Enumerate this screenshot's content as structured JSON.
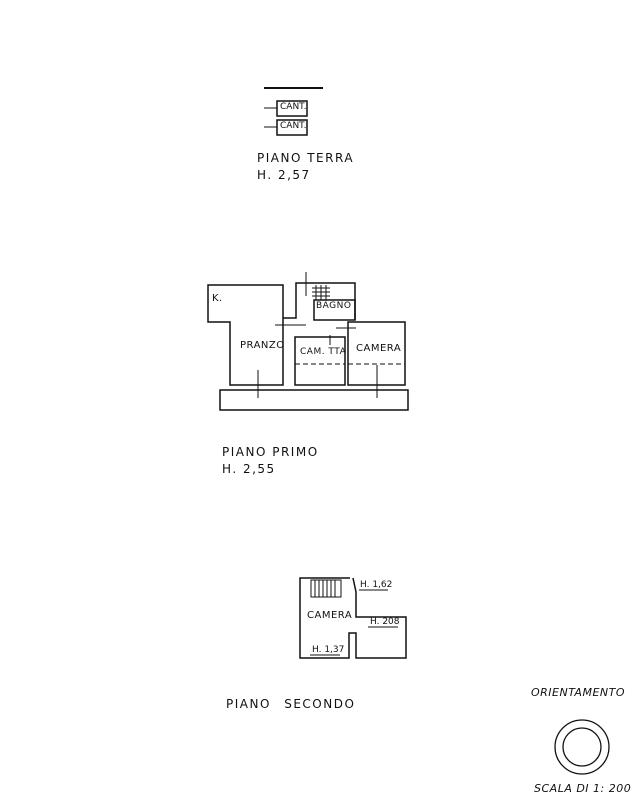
{
  "piano_terra": {
    "title": "PIANO TERRA",
    "height": "H. 2,57",
    "rooms": [
      "CANT.",
      "CANT."
    ]
  },
  "piano_primo": {
    "title": "PIANO PRIMO",
    "height": "H. 2,55",
    "rooms": {
      "kitchen": "K.",
      "pranzo": "PRANZO",
      "bagno": "BAGNO",
      "cameretta": "CAM. TTA",
      "camera": "CAMERA"
    }
  },
  "piano_secondo": {
    "title": "PIANO SECONDO",
    "room": "CAMERA",
    "heights": [
      "H. 1,62",
      "H. 208",
      "H. 1,37"
    ]
  },
  "legend": {
    "orientation_label": "ORIENTAMENTO",
    "scale": "SCALA DI 1: 200"
  }
}
